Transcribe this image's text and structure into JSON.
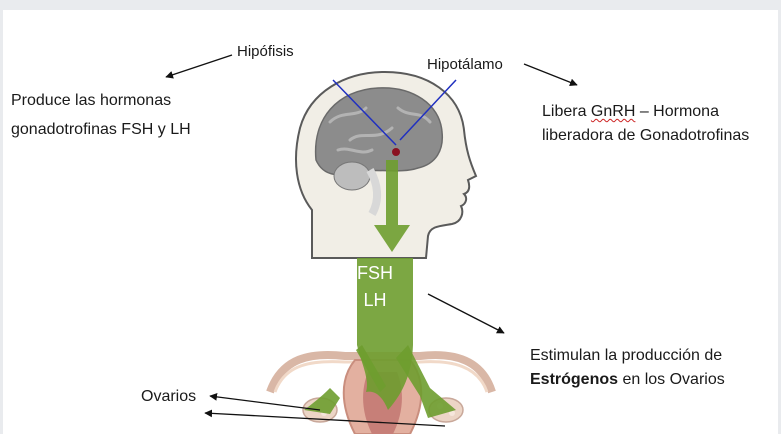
{
  "labels": {
    "hipofisis": "Hipófisis",
    "hipotalamo": "Hipotálamo",
    "ovarios": "Ovarios"
  },
  "texts": {
    "produce_line1": "Produce las hormonas",
    "produce_line2": "gonadotrofinas FSH y LH",
    "libera_prefix": "Libera ",
    "libera_gnrh": "GnRH",
    "libera_suffix": " – Hormona",
    "libera_line2": "liberadora de Gonadotrofinas",
    "estimulan_line1": "Estimulan la producción de",
    "estimulan_bold": "Estrógenos",
    "estimulan_rest": " en los Ovarios"
  },
  "hormones": {
    "fsh": "FSH",
    "lh": "LH"
  },
  "colors": {
    "arrow_green": "#6e9d2f",
    "pointer_lines": "#2030c0",
    "hypothalamus_dot": "#8a1020",
    "brain_gray": "#8c8c8c",
    "ovary_pink": "#e8b6a8"
  }
}
